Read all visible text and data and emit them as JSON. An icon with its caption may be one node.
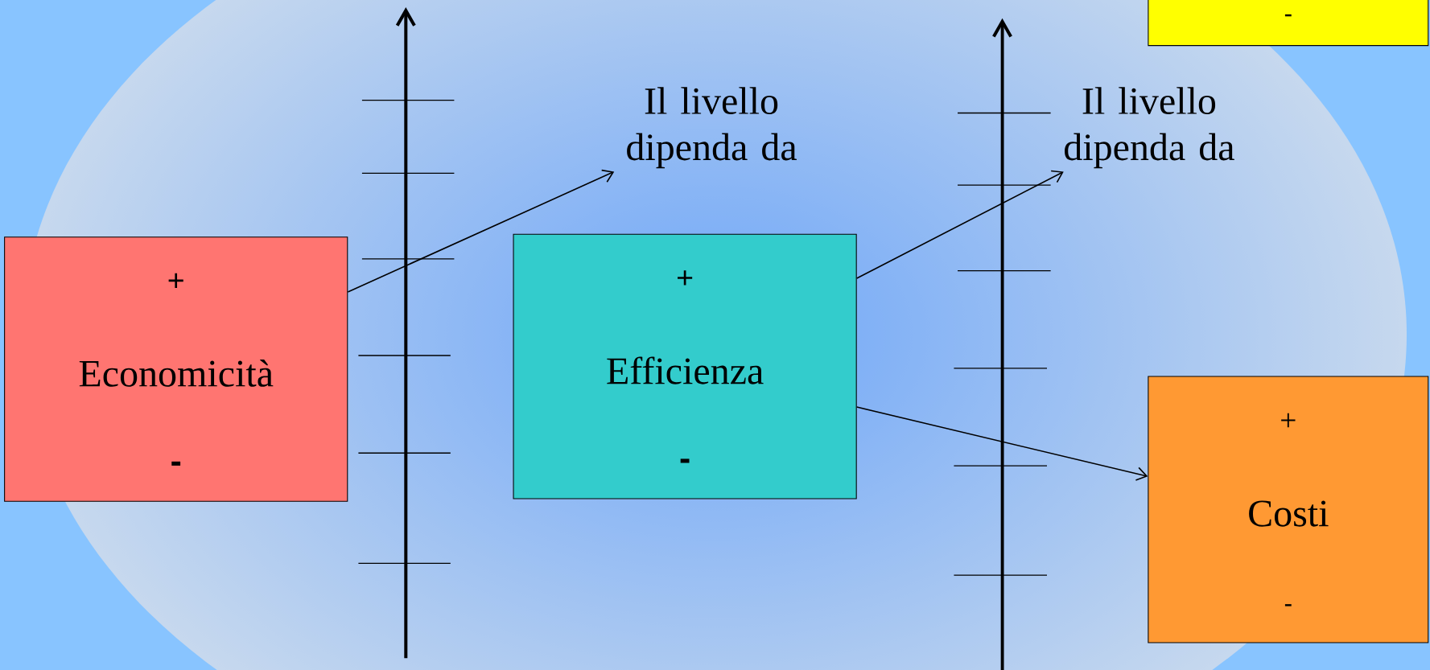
{
  "diagram": {
    "nodes": [
      {
        "text": [
          "+",
          "Economicità",
          "-"
        ]
      },
      {
        "text": [
          "+",
          "Efficienza",
          "-"
        ]
      },
      {
        "text": [
          "-"
        ]
      },
      {
        "text": [
          "Il livello dipenda da"
        ]
      },
      {
        "text": [
          "Il livello dipenda da"
        ]
      },
      {
        "text": [
          "+",
          "Costi",
          "-"
        ]
      }
    ],
    "edges": [
      {
        "from": 0,
        "to": 3,
        "arrow": "to"
      },
      {
        "from": 1,
        "to": 4,
        "arrow": "to"
      },
      {
        "from": 1,
        "to": 5,
        "arrow": "to"
      }
    ]
  }
}
